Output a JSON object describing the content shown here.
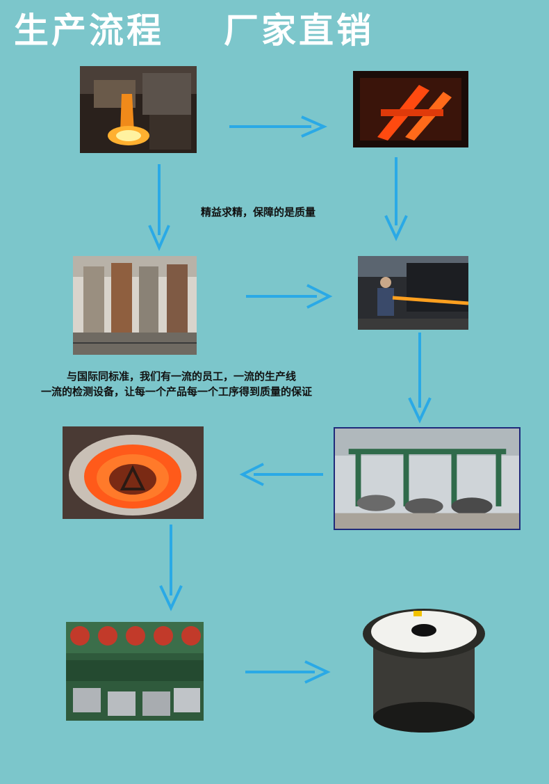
{
  "header": {
    "left_title": "生产流程",
    "right_title": "厂家直销"
  },
  "captions": {
    "line1": "精益求精，保障的是质量",
    "line2": "与国际同标准，我们有一流的员工，一流的生产线",
    "line3": "一流的检测设备，让每一个产品每一个工序得到质量的保证"
  },
  "colors": {
    "background": "#7cc6cb",
    "arrow": "#2aa9e6",
    "title": "#ffffff"
  }
}
